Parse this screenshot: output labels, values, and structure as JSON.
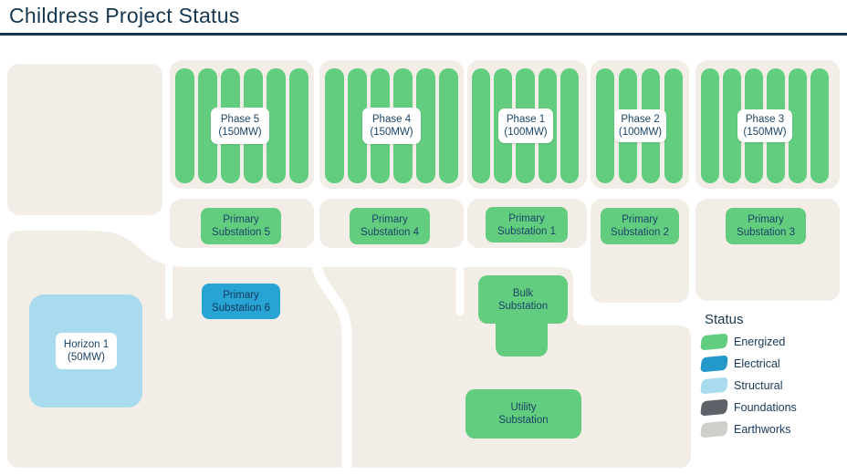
{
  "title": "Childress Project Status",
  "phases": [
    {
      "name": "Phase 5",
      "capacity": "(150MW)",
      "bars": 6,
      "status": "Energized"
    },
    {
      "name": "Phase 4",
      "capacity": "(150MW)",
      "bars": 6,
      "status": "Energized"
    },
    {
      "name": "Phase 1",
      "capacity": "(100MW)",
      "bars": 5,
      "status": "Energized"
    },
    {
      "name": "Phase 2",
      "capacity": "(100MW)",
      "bars": 4,
      "status": "Energized"
    },
    {
      "name": "Phase 3",
      "capacity": "(150MW)",
      "bars": 6,
      "status": "Energized"
    }
  ],
  "substations": {
    "ps5": {
      "line1": "Primary",
      "line2": "Substation 5",
      "status": "Energized"
    },
    "ps4": {
      "line1": "Primary",
      "line2": "Substation 4",
      "status": "Energized"
    },
    "ps1": {
      "line1": "Primary",
      "line2": "Substation 1",
      "status": "Energized"
    },
    "ps2": {
      "line1": "Primary",
      "line2": "Substation 2",
      "status": "Energized"
    },
    "ps3": {
      "line1": "Primary",
      "line2": "Substation 3",
      "status": "Energized"
    },
    "ps6": {
      "line1": "Primary",
      "line2": "Substation 6",
      "status": "Electrical"
    },
    "bulk": {
      "line1": "Bulk",
      "line2": "Substation",
      "status": "Energized"
    },
    "utility": {
      "line1": "Utility",
      "line2": "Substation",
      "status": "Energized"
    }
  },
  "horizon": {
    "line1": "Horizon 1",
    "line2": "(50MW)",
    "status": "Structural"
  },
  "legend": {
    "title": "Status",
    "items": [
      {
        "label": "Energized",
        "color": "#63cd7f"
      },
      {
        "label": "Electrical",
        "color": "#2398cb"
      },
      {
        "label": "Structural",
        "color": "#a8dbee"
      },
      {
        "label": "Foundations",
        "color": "#5d6269"
      },
      {
        "label": "Earthworks",
        "color": "#d0cecb"
      }
    ]
  },
  "colors": {
    "energized": "#63cd7f",
    "electrical": "#27a3d4",
    "structural": "#a8dbee",
    "foundations": "#5d6269",
    "earthworks": "#d0cecb",
    "parcel_beige": "#f2ede7",
    "heading_navy": "#14374f"
  }
}
